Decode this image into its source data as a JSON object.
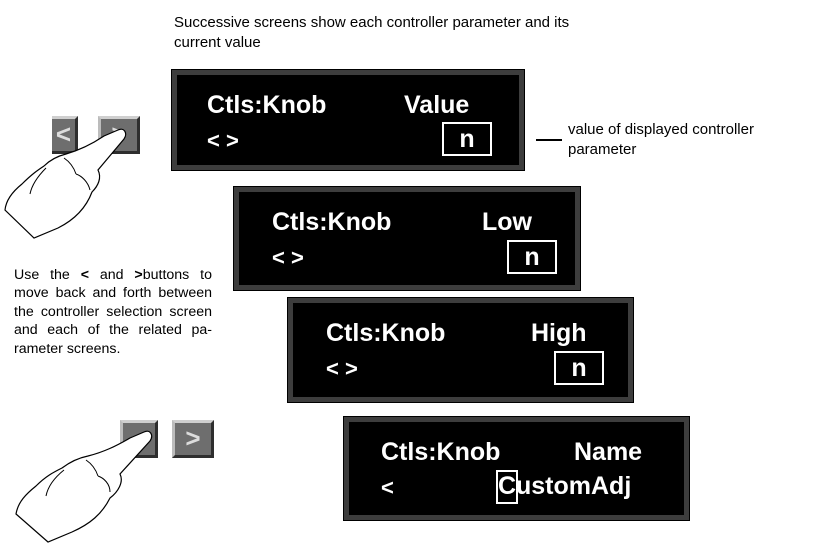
{
  "captions": {
    "top": "Successive screens show each controller parameter and its current value",
    "right": "value of displayed controller parameter",
    "left_before": "Use the",
    "left_lt": "<",
    "left_and": "and",
    "left_gt": ">",
    "left_after": "buttons to move back and forth between the controller selection screen and each of the related pa-rameter screens."
  },
  "buttons": {
    "prev": "<",
    "next": ">"
  },
  "screens": [
    {
      "title": "Ctls:Knob",
      "param": "Value",
      "nav": "< >",
      "value": "n"
    },
    {
      "title": "Ctls:Knob",
      "param": "Low",
      "nav": "< >",
      "value": "n"
    },
    {
      "title": "Ctls:Knob",
      "param": "High",
      "nav": "< >",
      "value": "n"
    },
    {
      "title": "Ctls:Knob",
      "param": "Name",
      "nav": "<",
      "value_first": "C",
      "value_rest": "ustomAdj"
    }
  ],
  "colors": {
    "lcd_background": "#000000",
    "lcd_text": "#ffffff",
    "lcd_bezel": "#3d3d3d",
    "button_face": "#6e6e6e"
  },
  "icons": [
    "hand-pointer-icon",
    "left-arrow-button",
    "right-arrow-button"
  ]
}
